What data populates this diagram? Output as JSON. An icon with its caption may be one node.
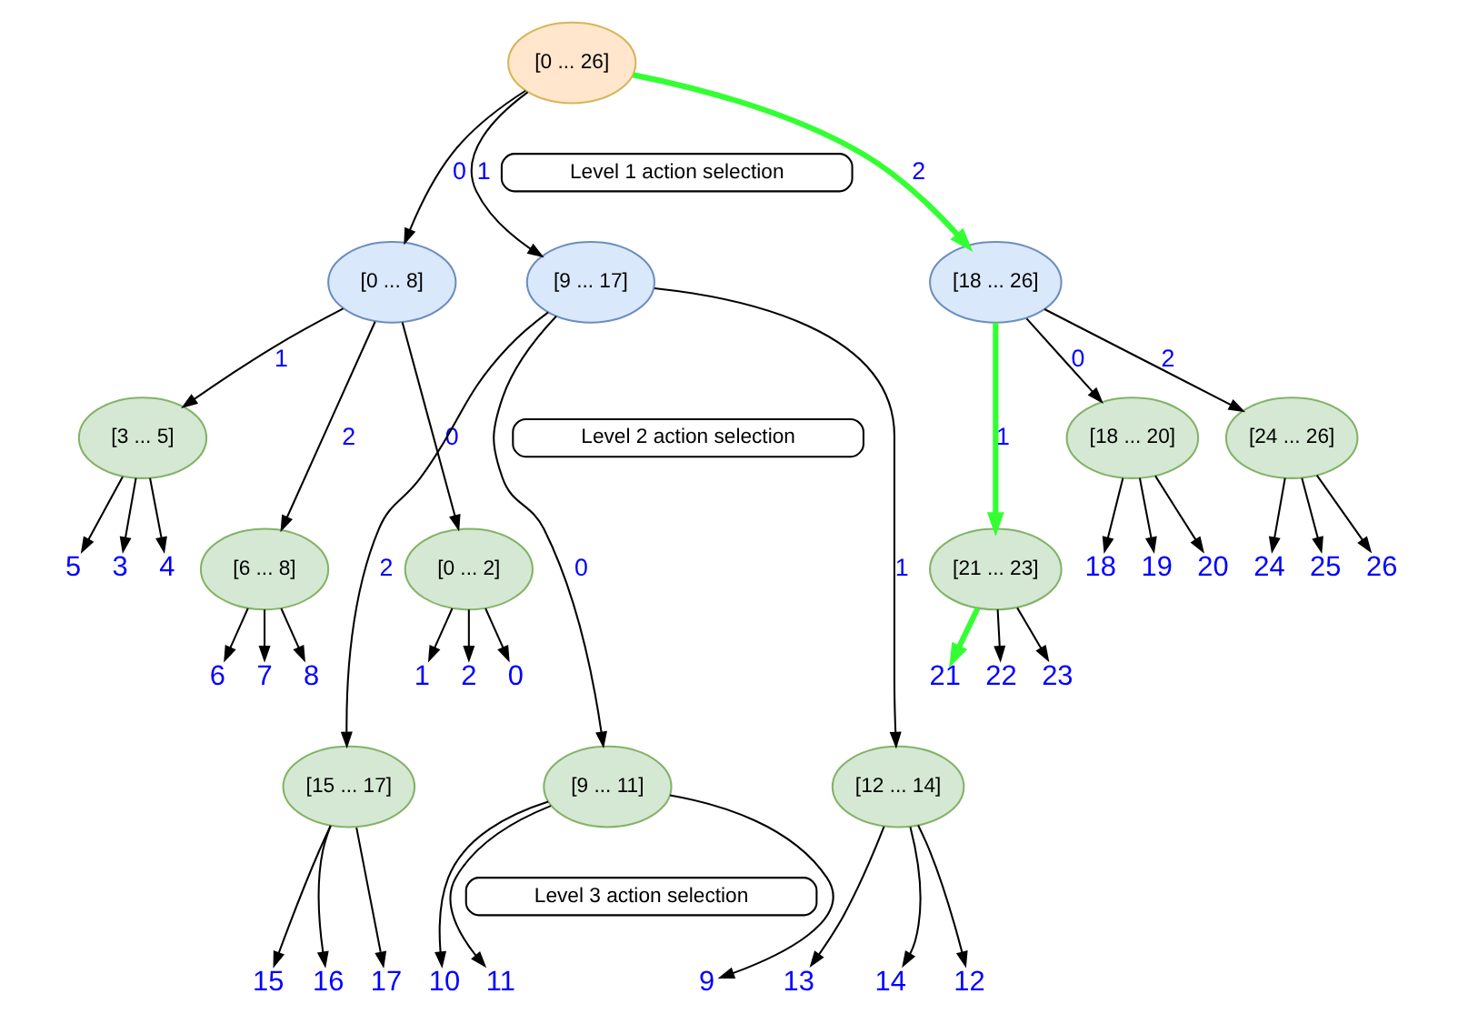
{
  "diagram": {
    "nodes": [
      {
        "text": [
          "[0 ... 26]"
        ]
      },
      {
        "text": [
          "Level 1 action selection"
        ]
      },
      {
        "text": [
          "[0 ... 8]"
        ]
      },
      {
        "text": [
          "[9 ... 17]"
        ]
      },
      {
        "text": [
          "[18 ... 26]"
        ]
      },
      {
        "text": [
          "Level 2 action selection"
        ]
      },
      {
        "text": [
          "[0 ... 2]"
        ]
      },
      {
        "text": [
          "[3 ... 5]"
        ]
      },
      {
        "text": [
          "[6 ... 8]"
        ]
      },
      {
        "text": [
          "[18 ... 20]"
        ]
      },
      {
        "text": [
          "[21 ... 23]"
        ]
      },
      {
        "text": [
          "[24 ... 26]"
        ]
      },
      {
        "text": [
          "0"
        ]
      },
      {
        "text": [
          "1"
        ]
      },
      {
        "text": [
          "2"
        ]
      },
      {
        "text": [
          "3"
        ]
      },
      {
        "text": [
          "4"
        ]
      },
      {
        "text": [
          "5"
        ]
      },
      {
        "text": [
          "6"
        ]
      },
      {
        "text": [
          "7"
        ]
      },
      {
        "text": [
          "8"
        ]
      },
      {
        "text": [
          "18"
        ]
      },
      {
        "text": [
          "19"
        ]
      },
      {
        "text": [
          "20"
        ]
      },
      {
        "text": [
          "21"
        ]
      },
      {
        "text": [
          "22"
        ]
      },
      {
        "text": [
          "23"
        ]
      },
      {
        "text": [
          "24"
        ]
      },
      {
        "text": [
          "25"
        ]
      },
      {
        "text": [
          "26"
        ]
      },
      {
        "text": [
          "[9 ... 11]"
        ]
      },
      {
        "text": [
          "[12 ... 14]"
        ]
      },
      {
        "text": [
          "[15 ... 17]"
        ]
      },
      {
        "text": [
          "Level 3 action selection"
        ]
      },
      {
        "text": [
          "9"
        ]
      },
      {
        "text": [
          "10"
        ]
      },
      {
        "text": [
          "11"
        ]
      },
      {
        "text": [
          "12"
        ]
      },
      {
        "text": [
          "13"
        ]
      },
      {
        "text": [
          "14"
        ]
      },
      {
        "text": [
          "15"
        ]
      },
      {
        "text": [
          "16"
        ]
      },
      {
        "text": [
          "17"
        ]
      }
    ],
    "edges": [
      {
        "from": 0,
        "to": 2,
        "arrow": "to",
        "label": "0"
      },
      {
        "from": 0,
        "to": 3,
        "arrow": "to",
        "label": "1"
      },
      {
        "from": 0,
        "to": 4,
        "arrow": "to",
        "label": "2",
        "style": "thick",
        "color": "#33ff33"
      },
      {
        "from": 2,
        "to": 6,
        "arrow": "to",
        "label": "0"
      },
      {
        "from": 2,
        "to": 7,
        "arrow": "to",
        "label": "1"
      },
      {
        "from": 2,
        "to": 8,
        "arrow": "to",
        "label": "2"
      },
      {
        "from": 3,
        "to": 30,
        "arrow": "to",
        "label": "0"
      },
      {
        "from": 3,
        "to": 31,
        "arrow": "to",
        "label": "1"
      },
      {
        "from": 3,
        "to": 32,
        "arrow": "to",
        "label": "2"
      },
      {
        "from": 4,
        "to": 9,
        "arrow": "to",
        "label": "0"
      },
      {
        "from": 4,
        "to": 10,
        "arrow": "to",
        "label": "1",
        "style": "thick",
        "color": "#33ff33"
      },
      {
        "from": 4,
        "to": 11,
        "arrow": "to",
        "label": "2"
      },
      {
        "from": 6,
        "to": 12,
        "arrow": "to"
      },
      {
        "from": 6,
        "to": 13,
        "arrow": "to"
      },
      {
        "from": 6,
        "to": 14,
        "arrow": "to"
      },
      {
        "from": 7,
        "to": 15,
        "arrow": "to"
      },
      {
        "from": 7,
        "to": 16,
        "arrow": "to"
      },
      {
        "from": 7,
        "to": 17,
        "arrow": "to"
      },
      {
        "from": 8,
        "to": 18,
        "arrow": "to"
      },
      {
        "from": 8,
        "to": 19,
        "arrow": "to"
      },
      {
        "from": 8,
        "to": 20,
        "arrow": "to"
      },
      {
        "from": 9,
        "to": 21,
        "arrow": "to"
      },
      {
        "from": 9,
        "to": 22,
        "arrow": "to"
      },
      {
        "from": 9,
        "to": 23,
        "arrow": "to"
      },
      {
        "from": 10,
        "to": 24,
        "arrow": "to",
        "style": "thick",
        "color": "#33ff33"
      },
      {
        "from": 10,
        "to": 25,
        "arrow": "to"
      },
      {
        "from": 10,
        "to": 26,
        "arrow": "to"
      },
      {
        "from": 11,
        "to": 27,
        "arrow": "to"
      },
      {
        "from": 11,
        "to": 28,
        "arrow": "to"
      },
      {
        "from": 11,
        "to": 29,
        "arrow": "to"
      },
      {
        "from": 30,
        "to": 34,
        "arrow": "to"
      },
      {
        "from": 30,
        "to": 35,
        "arrow": "to"
      },
      {
        "from": 30,
        "to": 36,
        "arrow": "to"
      },
      {
        "from": 31,
        "to": 37,
        "arrow": "to"
      },
      {
        "from": 31,
        "to": 38,
        "arrow": "to"
      },
      {
        "from": 31,
        "to": 39,
        "arrow": "to"
      },
      {
        "from": 32,
        "to": 40,
        "arrow": "to"
      },
      {
        "from": 32,
        "to": 41,
        "arrow": "to"
      },
      {
        "from": 32,
        "to": 42,
        "arrow": "to"
      }
    ]
  }
}
